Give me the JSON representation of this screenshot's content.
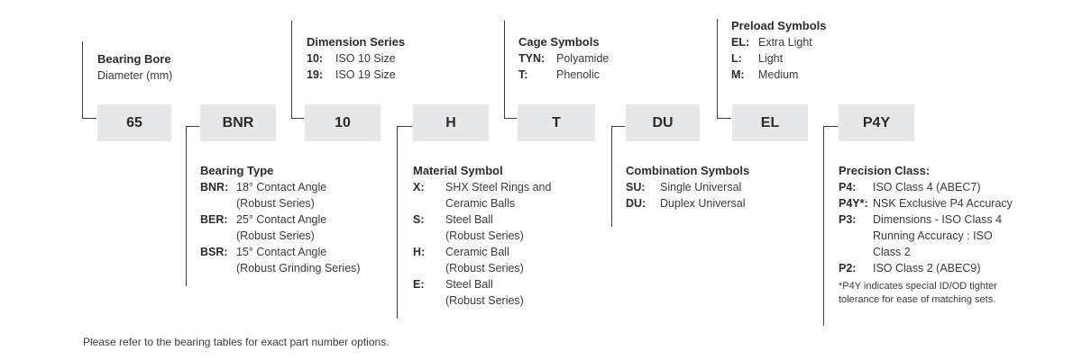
{
  "codes": [
    "65",
    "BNR",
    "10",
    "H",
    "T",
    "DU",
    "EL",
    "P4Y"
  ],
  "bore": {
    "title": "Bearing Bore",
    "lines": [
      "Diameter (mm)"
    ]
  },
  "dimension": {
    "title": "Dimension Series",
    "items": [
      {
        "k": "10:",
        "v": [
          "ISO 10 Size"
        ]
      },
      {
        "k": "19:",
        "v": [
          "ISO 19 Size"
        ]
      }
    ]
  },
  "cage": {
    "title": "Cage Symbols",
    "items": [
      {
        "k": "TYN:",
        "v": [
          "Polyamide"
        ]
      },
      {
        "k": "T:",
        "v": [
          "Phenolic"
        ]
      }
    ]
  },
  "preload": {
    "title": "Preload Symbols",
    "items": [
      {
        "k": "EL:",
        "v": [
          "Extra Light"
        ]
      },
      {
        "k": "L:",
        "v": [
          "Light"
        ]
      },
      {
        "k": "M:",
        "v": [
          "Medium"
        ]
      }
    ]
  },
  "bearing_type": {
    "title": "Bearing Type",
    "items": [
      {
        "k": "BNR:",
        "v": [
          "18° Contact Angle",
          "(Robust Series)"
        ]
      },
      {
        "k": "BER:",
        "v": [
          "25° Contact Angle",
          "(Robust Series)"
        ]
      },
      {
        "k": "BSR:",
        "v": [
          "15° Contact Angle",
          "(Robust Grinding Series)"
        ]
      }
    ]
  },
  "material": {
    "title": "Material Symbol",
    "items": [
      {
        "k": "X:",
        "v": [
          "SHX Steel Rings and",
          "Ceramic Balls"
        ]
      },
      {
        "k": "S:",
        "v": [
          "Steel Ball",
          "(Robust Series)"
        ]
      },
      {
        "k": "H:",
        "v": [
          "Ceramic Ball",
          "(Robust Series)"
        ]
      },
      {
        "k": "E:",
        "v": [
          "Steel Ball",
          "(Robust Series)"
        ]
      }
    ]
  },
  "combination": {
    "title": "Combination Symbols",
    "items": [
      {
        "k": "SU:",
        "v": [
          "Single Universal"
        ]
      },
      {
        "k": "DU:",
        "v": [
          "Duplex Universal"
        ]
      }
    ]
  },
  "precision": {
    "title": "Precision Class:",
    "items": [
      {
        "k": "P4:",
        "v": [
          "ISO Class 4 (ABEC7)"
        ]
      },
      {
        "k": "P4Y*:",
        "v": [
          "NSK Exclusive P4 Accuracy"
        ]
      },
      {
        "k": "P3:",
        "v": [
          "Dimensions - ISO Class 4",
          "Running Accuracy : ISO",
          "Class 2"
        ]
      },
      {
        "k": "P2:",
        "v": [
          "ISO Class 2 (ABEC9)"
        ]
      }
    ],
    "note": [
      "*P4Y indicates special ID/OD tighter",
      "tolerance for ease of matching sets."
    ]
  },
  "footer": "Please refer to the bearing tables for exact part number options."
}
